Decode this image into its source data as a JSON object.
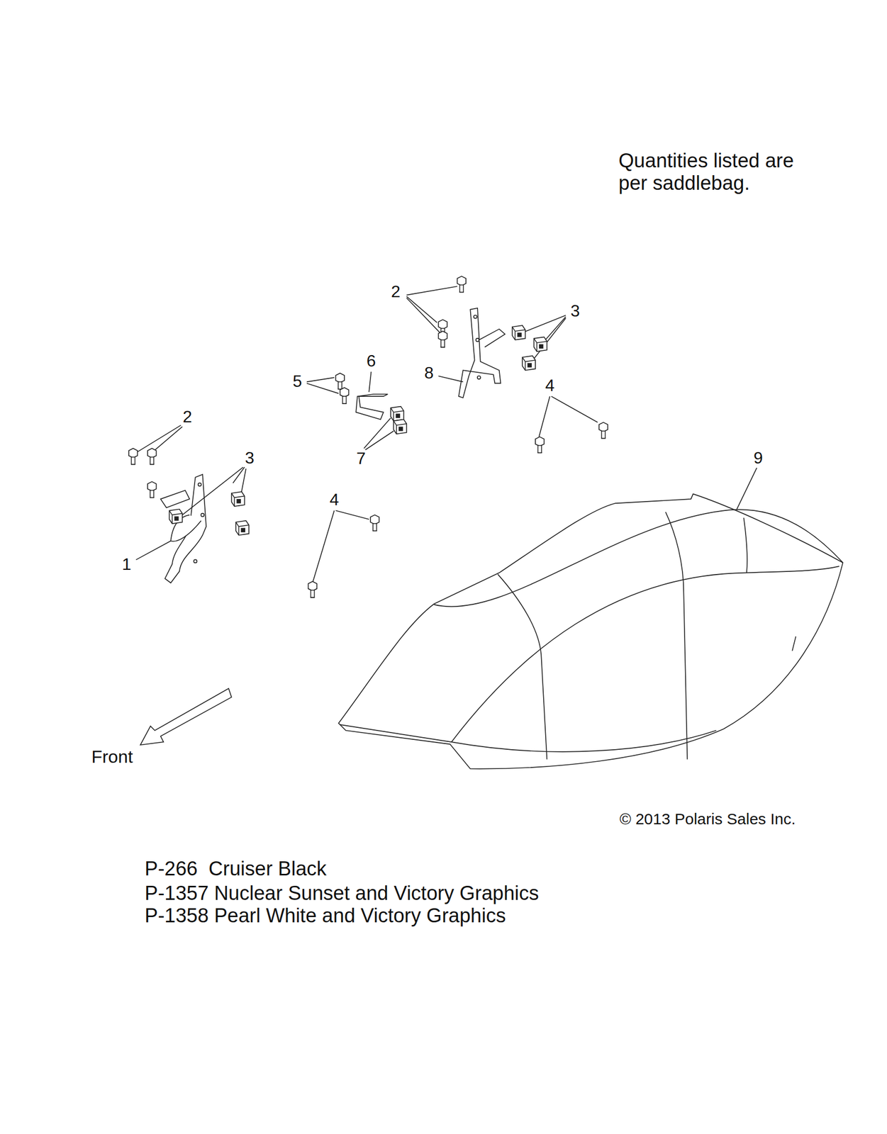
{
  "diagram": {
    "labels": [
      "Quantities listed are per saddlebag.",
      "2",
      "3",
      "6",
      "8",
      "5",
      "4",
      "2",
      "3",
      "7",
      "9",
      "4",
      "1",
      "Front",
      "© 2013 Polaris Sales Inc.",
      "P-266  Cruiser Black",
      "P-1357 Nuclear Sunset and Victory Graphics",
      "P-1358 Pearl White and Victory Graphics"
    ]
  }
}
